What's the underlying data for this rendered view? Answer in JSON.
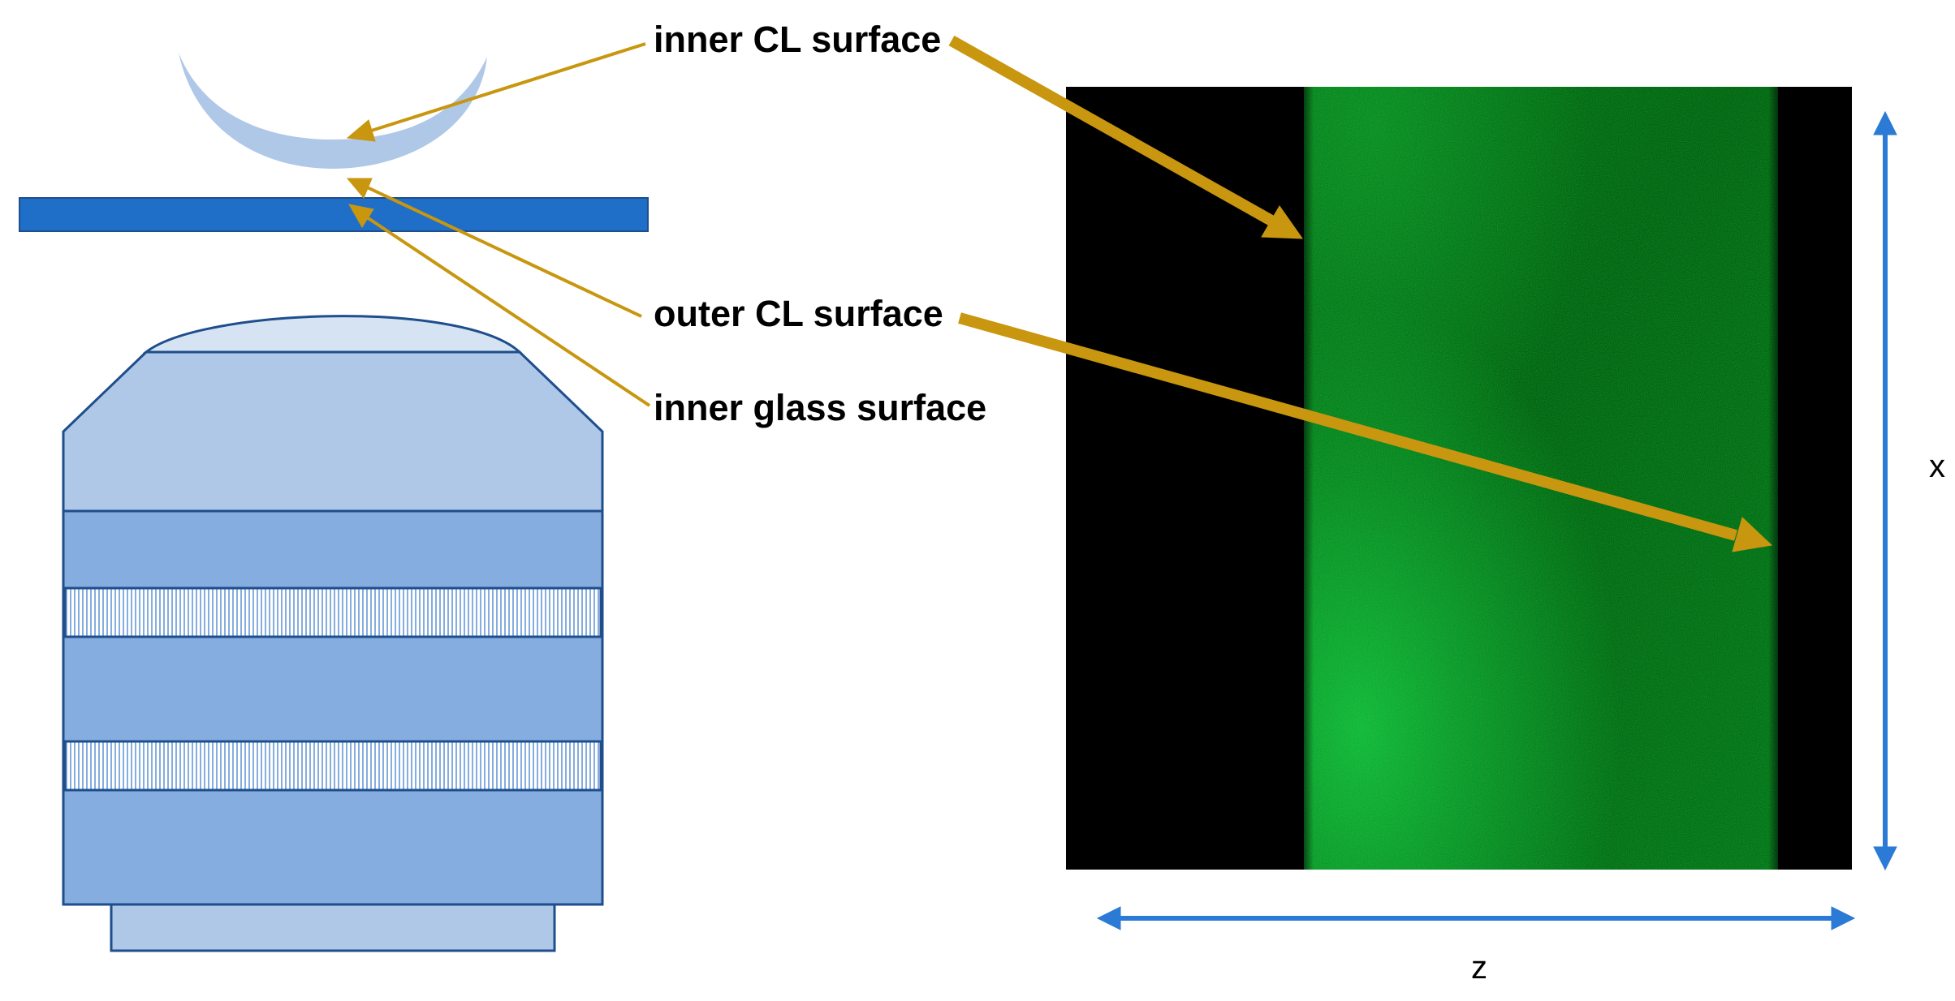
{
  "labels": {
    "inner_cl": "inner CL surface",
    "outer_cl": "outer CL surface",
    "inner_glass": "inner glass surface"
  },
  "axes": {
    "x_label": "x",
    "z_label": "z"
  },
  "colors": {
    "arrow_gold": "#C8960F",
    "axis_blue": "#2A7AD6",
    "glass_slide": "#1F6FC8",
    "lens_light": "#AFC8E8",
    "lens_mid": "#85ADDF",
    "outline": "#1E4E8C",
    "fluorescence_green": "#1EA84A"
  },
  "icons": {
    "contact_lens": "contact-lens-shape",
    "objective": "microscope-objective-shape"
  }
}
